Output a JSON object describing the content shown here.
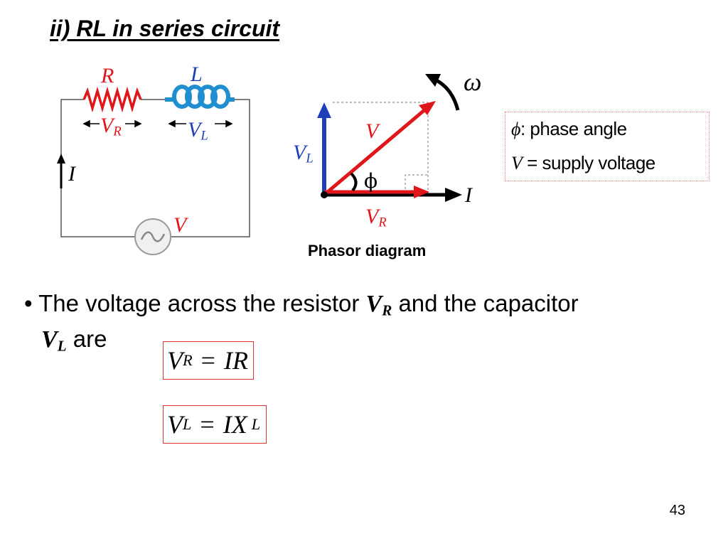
{
  "slide": {
    "title": "ii) RL in series circuit",
    "page_number": "43"
  },
  "circuit": {
    "resistor_label": "R",
    "inductor_label": "L",
    "vr_main": "V",
    "vr_sub": "R",
    "vl_main": "V",
    "vl_sub": "L",
    "current_label": "I",
    "source_label": "V",
    "colors": {
      "resistor": "#e0161b",
      "inductor": "#1f3fb8",
      "wire": "#555555"
    }
  },
  "phasor": {
    "omega_label": "ω",
    "v_label": "V",
    "vl_main": "V",
    "vl_sub": "L",
    "vr_main": "V",
    "vr_sub": "R",
    "i_label": "I",
    "phi_label": "ϕ",
    "caption": "Phasor diagram",
    "colors": {
      "v": "#e0161b",
      "vl": "#1f3fb8",
      "vr": "#e0161b",
      "i": "#000000"
    }
  },
  "legend": {
    "phi_symbol": "ϕ",
    "phi_text": ": phase angle",
    "v_symbol": "V",
    "v_text": " = supply  voltage"
  },
  "body": {
    "bullet": "•",
    "line1_text": "The voltage across the resistor",
    "line1_var_main": "V",
    "line1_var_sub": "R",
    "line1_tail": "and the capacitor",
    "line2_var_main": "V",
    "line2_var_sub": "L",
    "line2_tail": "are"
  },
  "equations": {
    "eq1": {
      "lhs_main": "V",
      "lhs_sub": "R",
      "equals": "=",
      "rhs_main": "IR",
      "rhs_sub": ""
    },
    "eq2": {
      "lhs_main": "V",
      "lhs_sub": "L",
      "equals": "=",
      "rhs_main": "IX",
      "rhs_sub": "L"
    }
  }
}
